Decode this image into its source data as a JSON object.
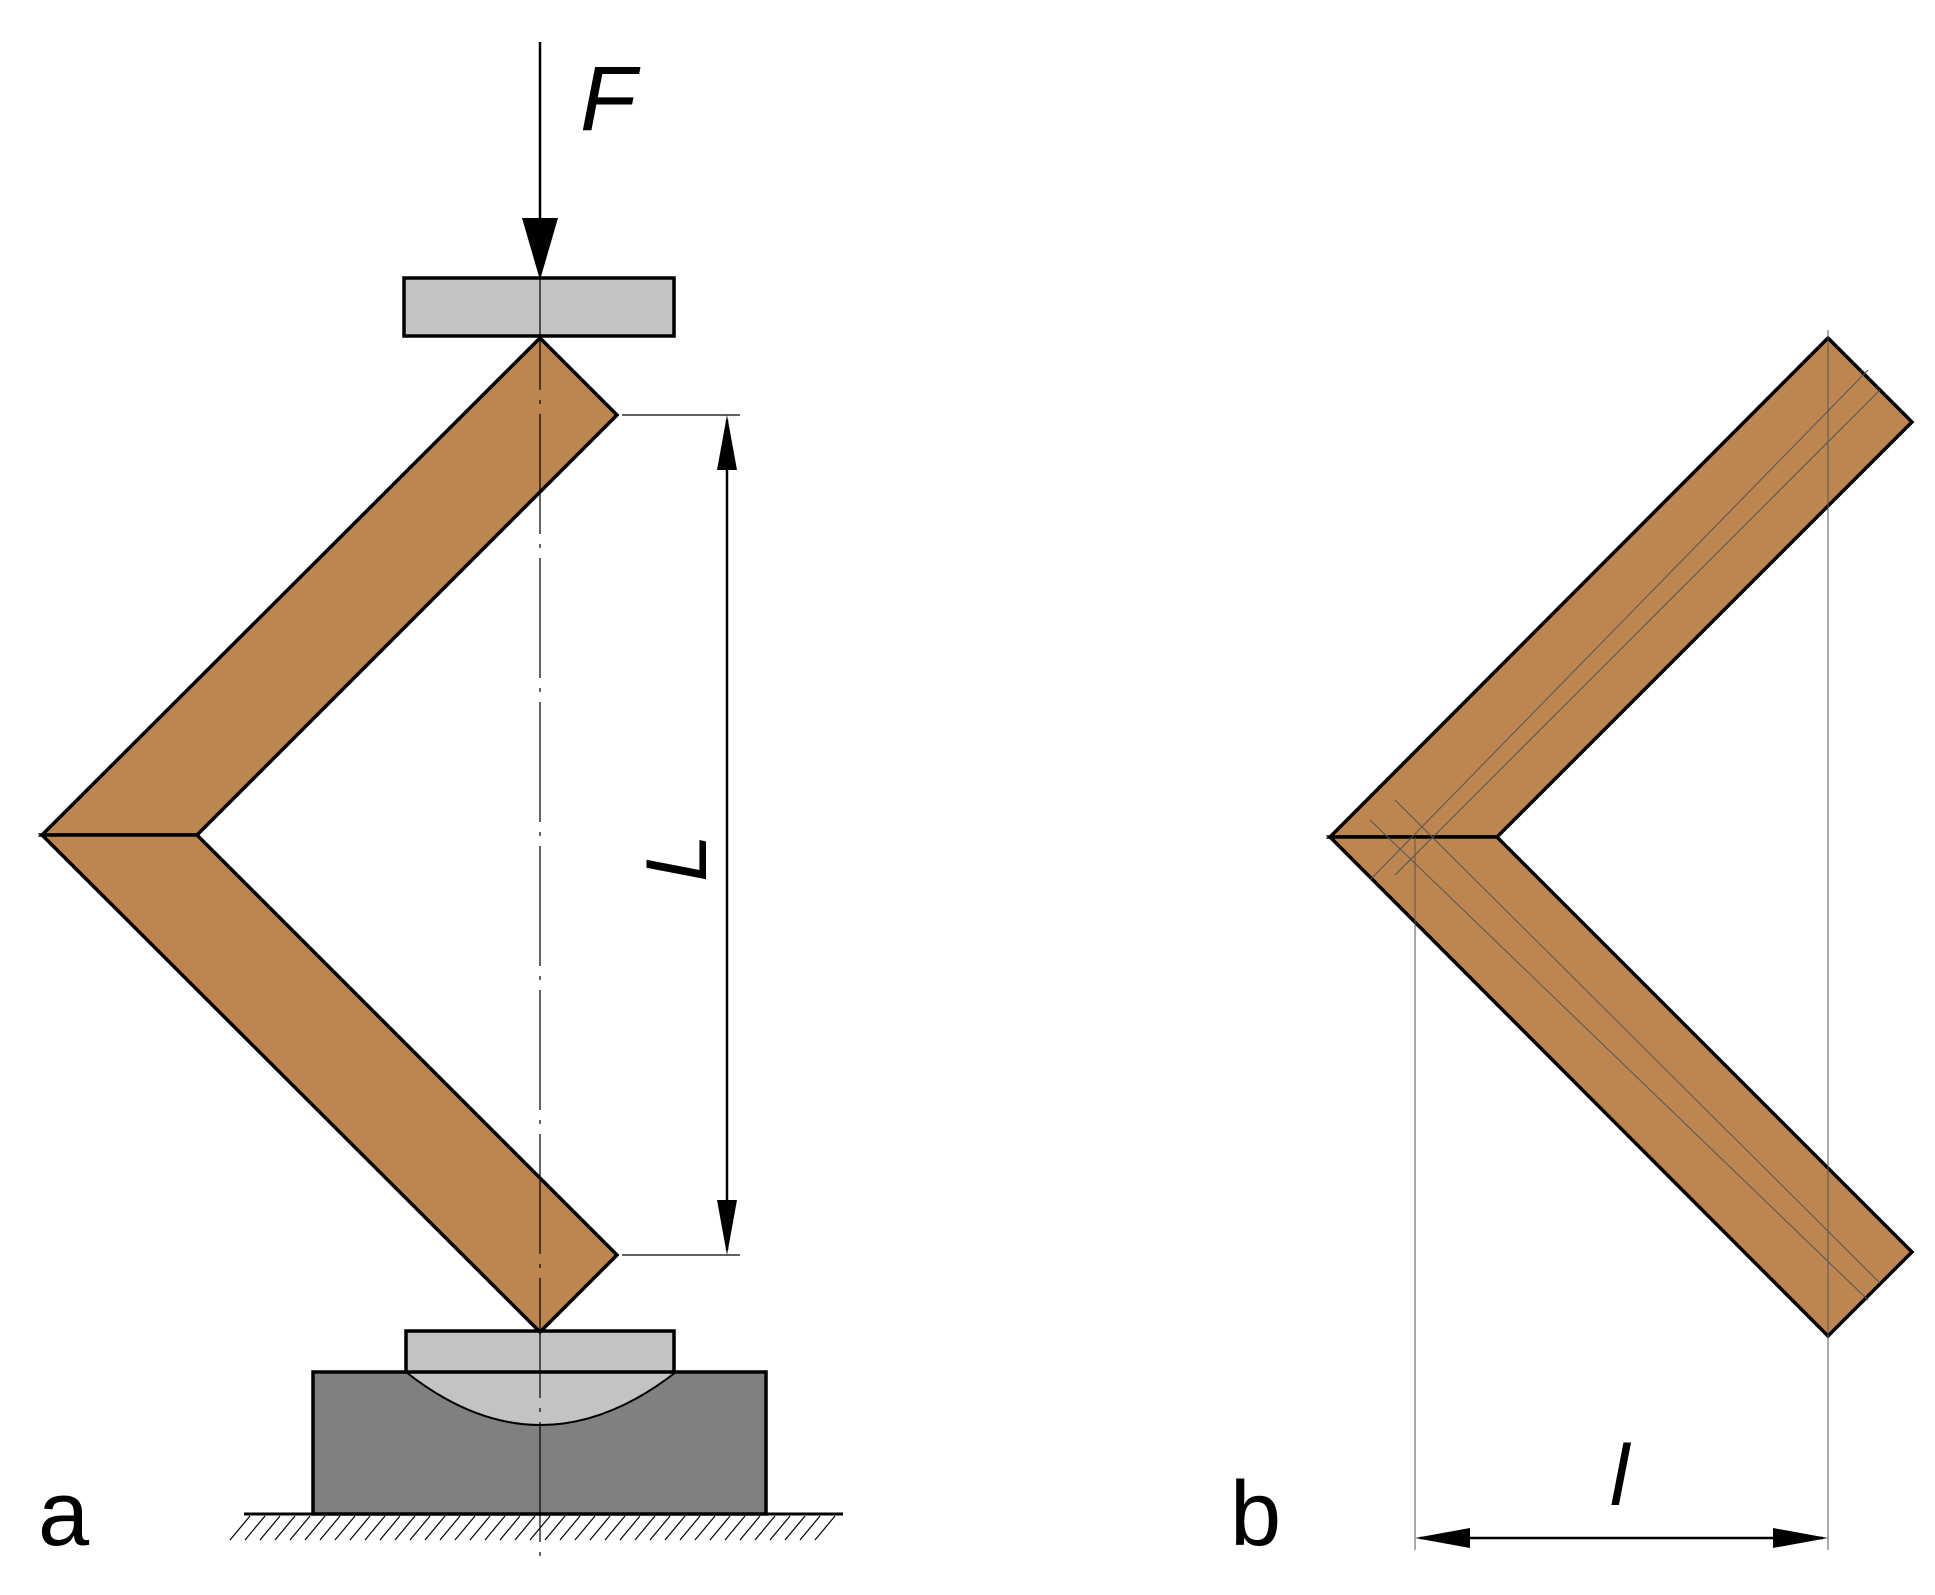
{
  "panels": [
    {
      "id": "a",
      "label": "a",
      "force_label": "F",
      "dimension_label": "L"
    },
    {
      "id": "b",
      "label": "b",
      "dimension_label": "l"
    }
  ],
  "colors": {
    "specimen": "#bd8651",
    "plate": "#c3c3c3",
    "base": "#808080",
    "outline": "#000000",
    "background": "#ffffff"
  }
}
